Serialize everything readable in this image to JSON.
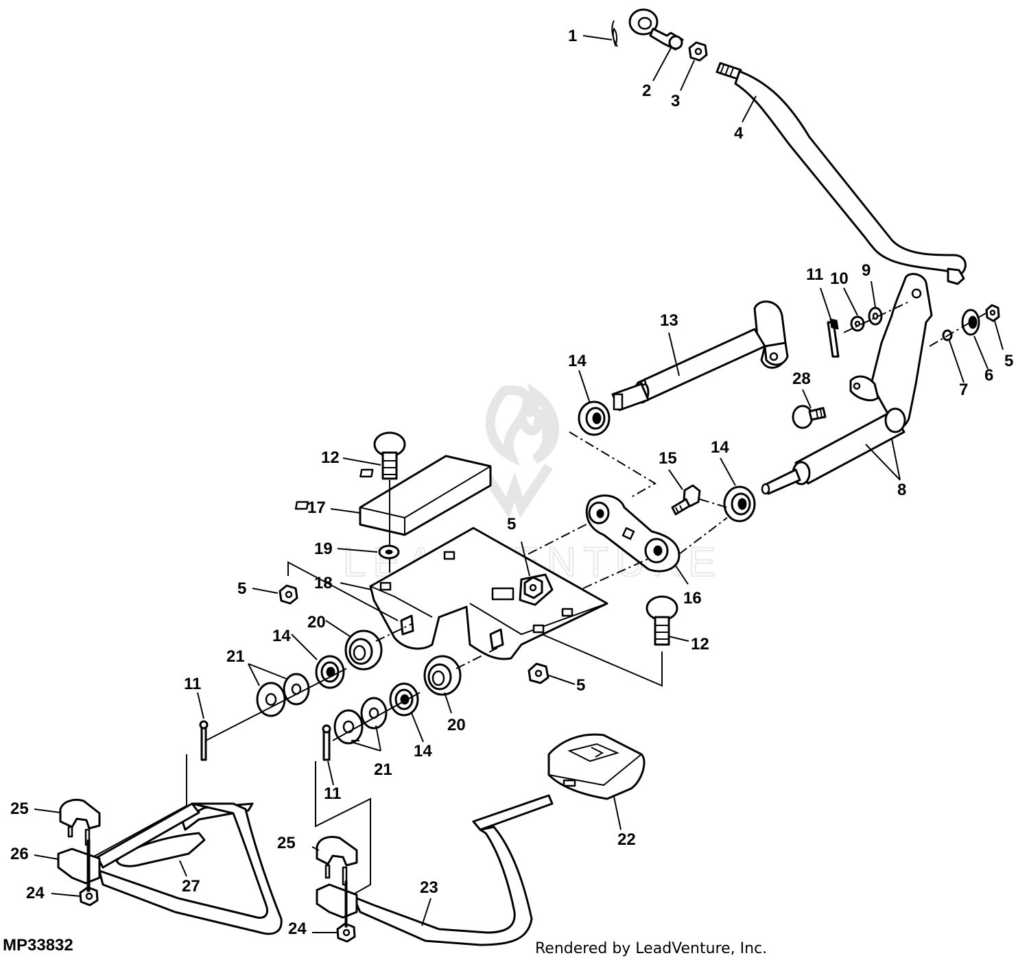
{
  "figure": {
    "reference": "MP33832",
    "credit": "Rendered by LeadVenture, Inc.",
    "watermark": "LEADVENTURE"
  },
  "callouts": {
    "c1": "1",
    "c2": "2",
    "c3": "3",
    "c4": "4",
    "c5_top_right": "5",
    "c5_center": "5",
    "c5_left": "5",
    "c5_bottom": "5",
    "c6": "6",
    "c7": "7",
    "c8": "8",
    "c9": "9",
    "c10": "10",
    "c11_top": "11",
    "c11_left": "11",
    "c11_center": "11",
    "c12_top": "12",
    "c12_right": "12",
    "c13": "13",
    "c14_top": "14",
    "c14_right": "14",
    "c14_left": "14",
    "c14_bottom": "14",
    "c15": "15",
    "c16": "16",
    "c17": "17",
    "c18": "18",
    "c19": "19",
    "c20_left": "20",
    "c20_bottom": "20",
    "c21_left": "21",
    "c21_bottom": "21",
    "c22": "22",
    "c23": "23",
    "c24_left": "24",
    "c24_bottom": "24",
    "c25_left": "25",
    "c25_center": "25",
    "c26": "26",
    "c27": "27",
    "c28": "28"
  }
}
